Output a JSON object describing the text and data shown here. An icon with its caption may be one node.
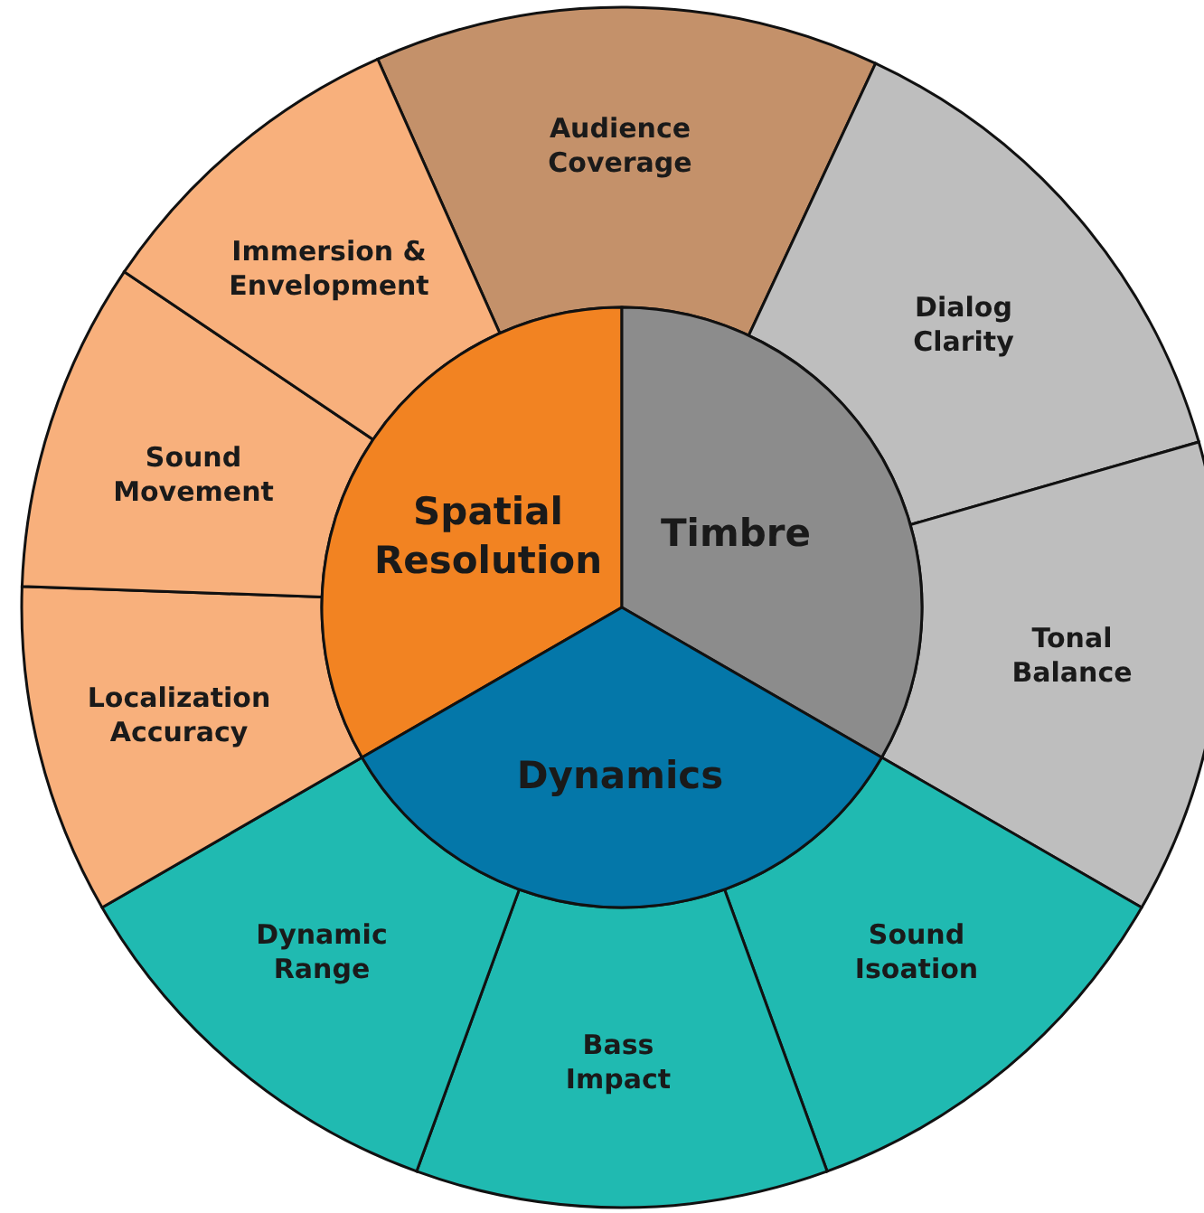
{
  "diagram": {
    "nodes": [
      {
        "text": [
          "Spatial Resolution"
        ]
      },
      {
        "text": [
          "Timbre"
        ]
      },
      {
        "text": [
          "Dynamics"
        ]
      },
      {
        "text": [
          "Audience Coverage"
        ]
      },
      {
        "text": [
          "Dialog Clarity"
        ]
      },
      {
        "text": [
          "Tonal Balance"
        ]
      },
      {
        "text": [
          "Sound Isoation"
        ]
      },
      {
        "text": [
          "Bass Impact"
        ]
      },
      {
        "text": [
          "Dynamic Range"
        ]
      },
      {
        "text": [
          "Localization Accuracy"
        ]
      },
      {
        "text": [
          "Sound Movement"
        ]
      },
      {
        "text": [
          "Immersion & Envelopment"
        ]
      }
    ]
  }
}
